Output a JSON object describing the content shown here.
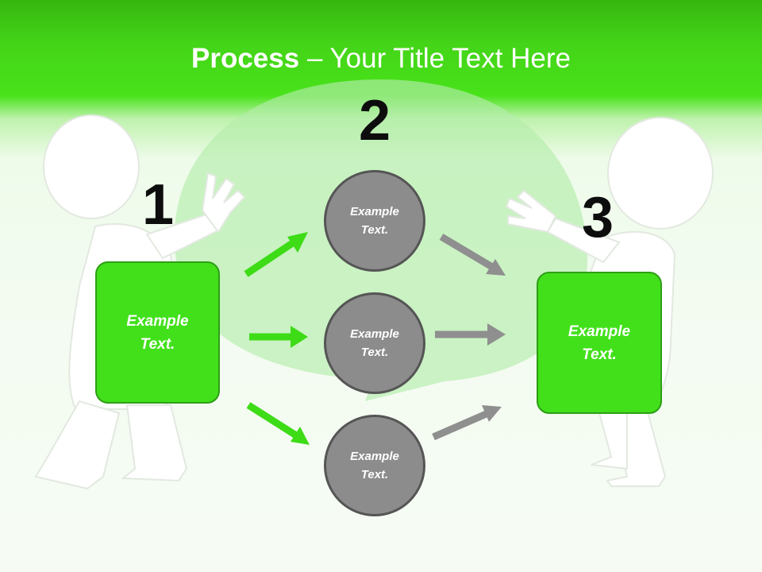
{
  "title": {
    "bold": "Process",
    "rest": " – Your Title Text Here"
  },
  "steps": [
    {
      "number": "1",
      "label": "Example Text."
    },
    {
      "number": "2",
      "circles": [
        "Example Text.",
        "Example Text.",
        "Example Text."
      ]
    },
    {
      "number": "3",
      "label": "Example Text."
    }
  ],
  "colors": {
    "accent_green": "#42e01b",
    "box_border": "#2e9e16",
    "circle_fill": "#8c8c8c",
    "circle_border": "#555555",
    "arrow_green": "#3ddc16",
    "arrow_gray": "#8f8f8f"
  }
}
